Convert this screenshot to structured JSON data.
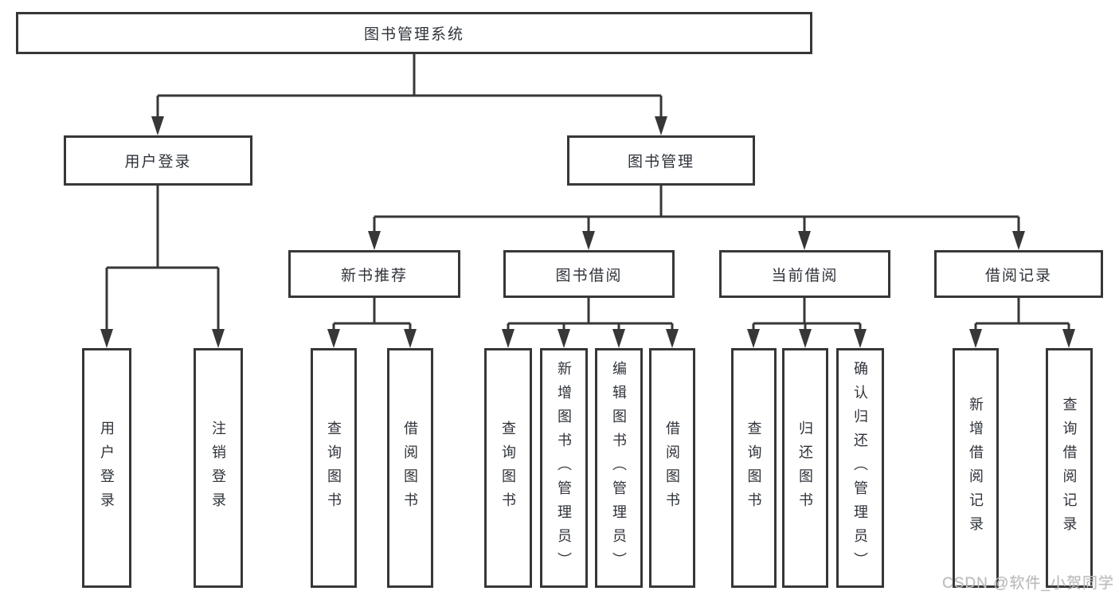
{
  "tree": {
    "root": {
      "label": "图书管理系统"
    },
    "level2": [
      {
        "label": "用户登录",
        "children": [
          "用户登录",
          "注销登录"
        ]
      },
      {
        "label": "图书管理"
      }
    ],
    "level3": [
      {
        "label": "新书推荐",
        "children": [
          "查询图书",
          "借阅图书"
        ]
      },
      {
        "label": "图书借阅",
        "children": [
          "查询图书",
          "新增图书（管理员）",
          "编辑图书（管理员）",
          "借阅图书"
        ]
      },
      {
        "label": "当前借阅",
        "children": [
          "查询图书",
          "归还图书",
          "确认归还（管理员）"
        ]
      },
      {
        "label": "借阅记录",
        "children": [
          "新增借阅记录",
          "查询借阅记录"
        ]
      }
    ]
  },
  "watermark": "CSDN @软件_小贺同学",
  "colors": {
    "line": "#373737",
    "text": "#2f333a",
    "watermark": "#bcbcbc",
    "background": "#ffffff"
  }
}
